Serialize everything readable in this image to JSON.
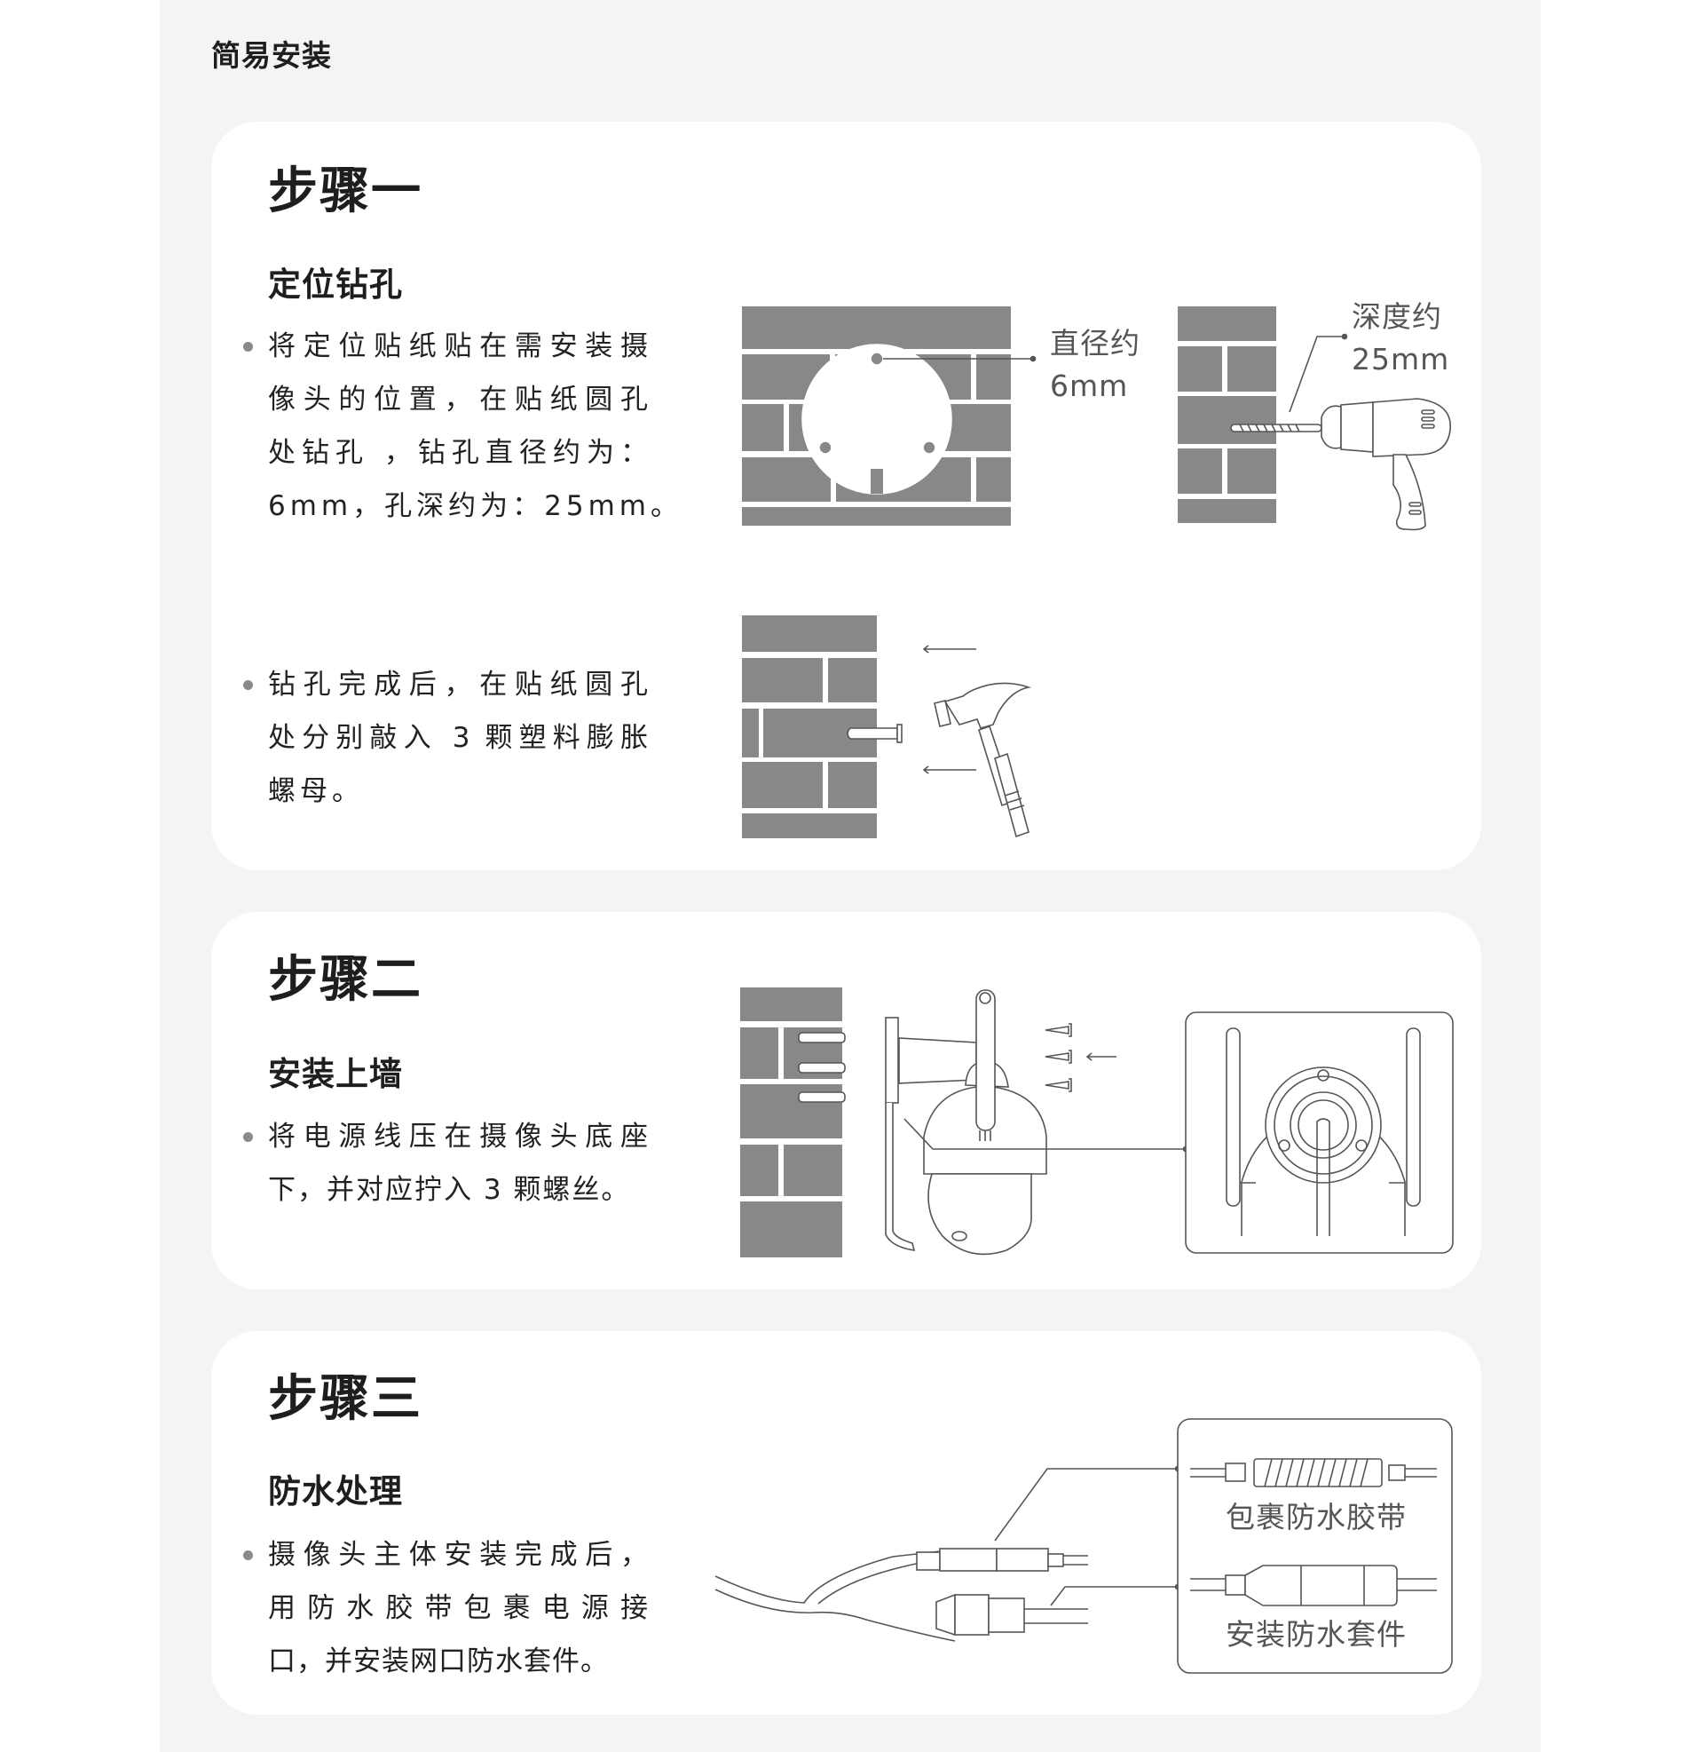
{
  "page_title": "简易安装",
  "steps": [
    {
      "title": "步骤一",
      "subtitle": "定位钻孔",
      "bullets": [
        {
          "lines": [
            "将定位贴纸贴在需安装摄",
            "像头的位置，在贴纸圆孔",
            "处钻孔 ，钻孔直径约为：",
            "6mm，孔深约为：25mm。"
          ]
        },
        {
          "lines": [
            "钻孔完成后，在贴纸圆孔",
            "处分别敲入 3 颗塑料膨胀",
            "螺母。"
          ]
        }
      ],
      "labels": {
        "diameter_1": "直径约",
        "diameter_2": "6mm",
        "depth_1": "深度约",
        "depth_2": "25mm"
      }
    },
    {
      "title": "步骤二",
      "subtitle": "安装上墙",
      "bullets": [
        {
          "lines": [
            "将电源线压在摄像头底座",
            "下，并对应拧入 3 颗螺丝。"
          ]
        }
      ]
    },
    {
      "title": "步骤三",
      "subtitle": "防水处理",
      "bullets": [
        {
          "lines": [
            "摄像头主体安装完成后，",
            "用防水胶带包裹电源接",
            "口，并安装网口防水套件。"
          ]
        }
      ],
      "labels": {
        "tape": "包裹防水胶带",
        "kit": "安装防水套件"
      }
    }
  ],
  "colors": {
    "background": "#f4f4f6",
    "card": "#ffffff",
    "brick": "#888888",
    "line": "#555555",
    "text": "#1e1e1e"
  },
  "icons": [
    "brick-wall",
    "mounting-sticker",
    "electric-drill",
    "hammer",
    "expansion-anchor",
    "camera",
    "screw",
    "arrow-left",
    "cable-connector"
  ]
}
